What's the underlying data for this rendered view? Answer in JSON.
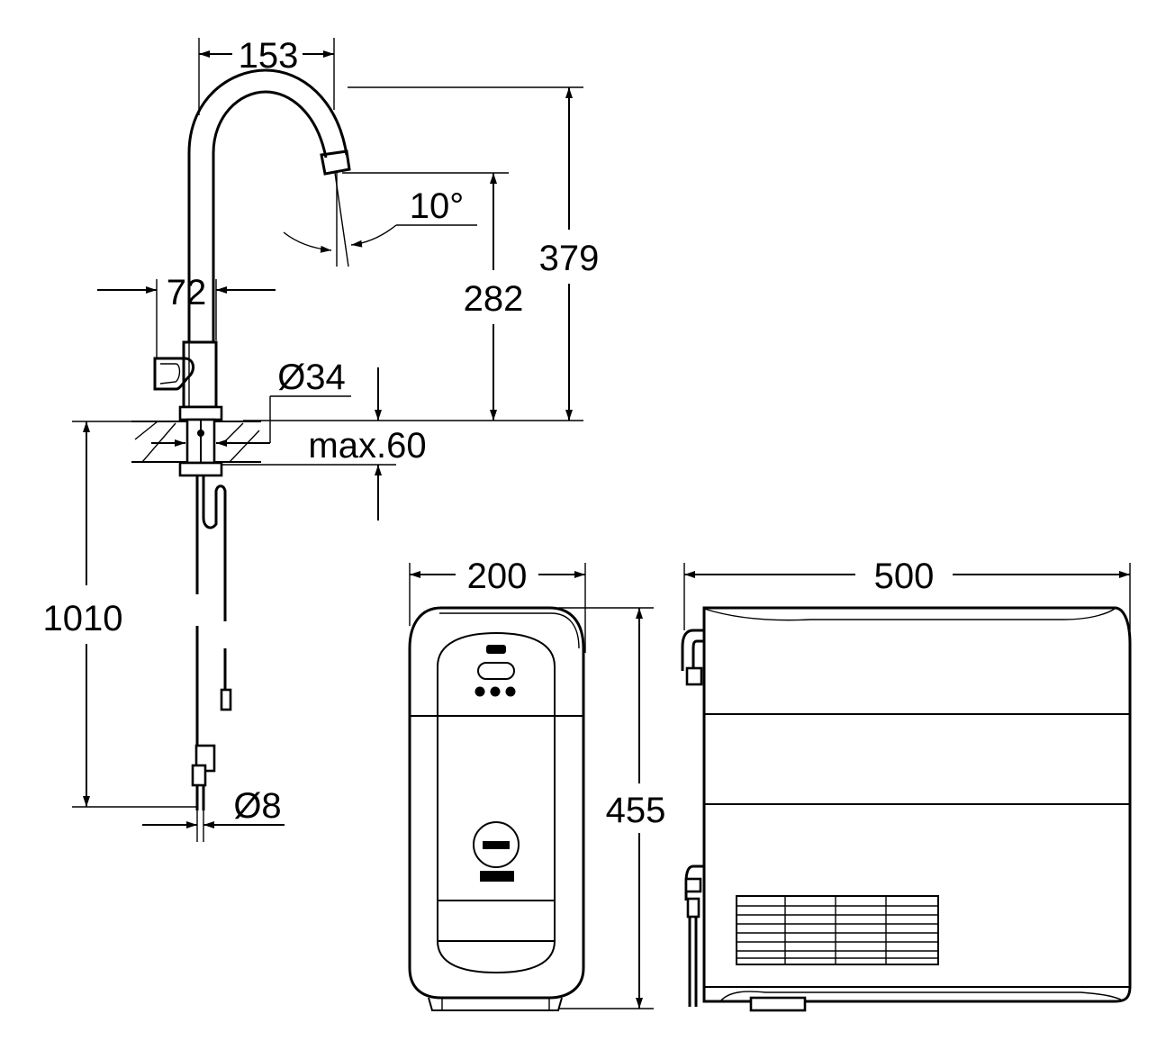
{
  "drawing": {
    "dimensions": {
      "spout_reach": "153",
      "body_width": "72",
      "spout_angle": "10°",
      "spout_height": "282",
      "total_height": "379",
      "body_diameter": "Ø34",
      "counter_thickness": "max.60",
      "hose_length": "1010",
      "hose_diameter": "Ø8",
      "chiller_width": "200",
      "chiller_height": "455",
      "chiller_depth": "500"
    },
    "icons": [
      "faucet-drawing",
      "chiller-front-drawing",
      "chiller-side-drawing"
    ]
  }
}
